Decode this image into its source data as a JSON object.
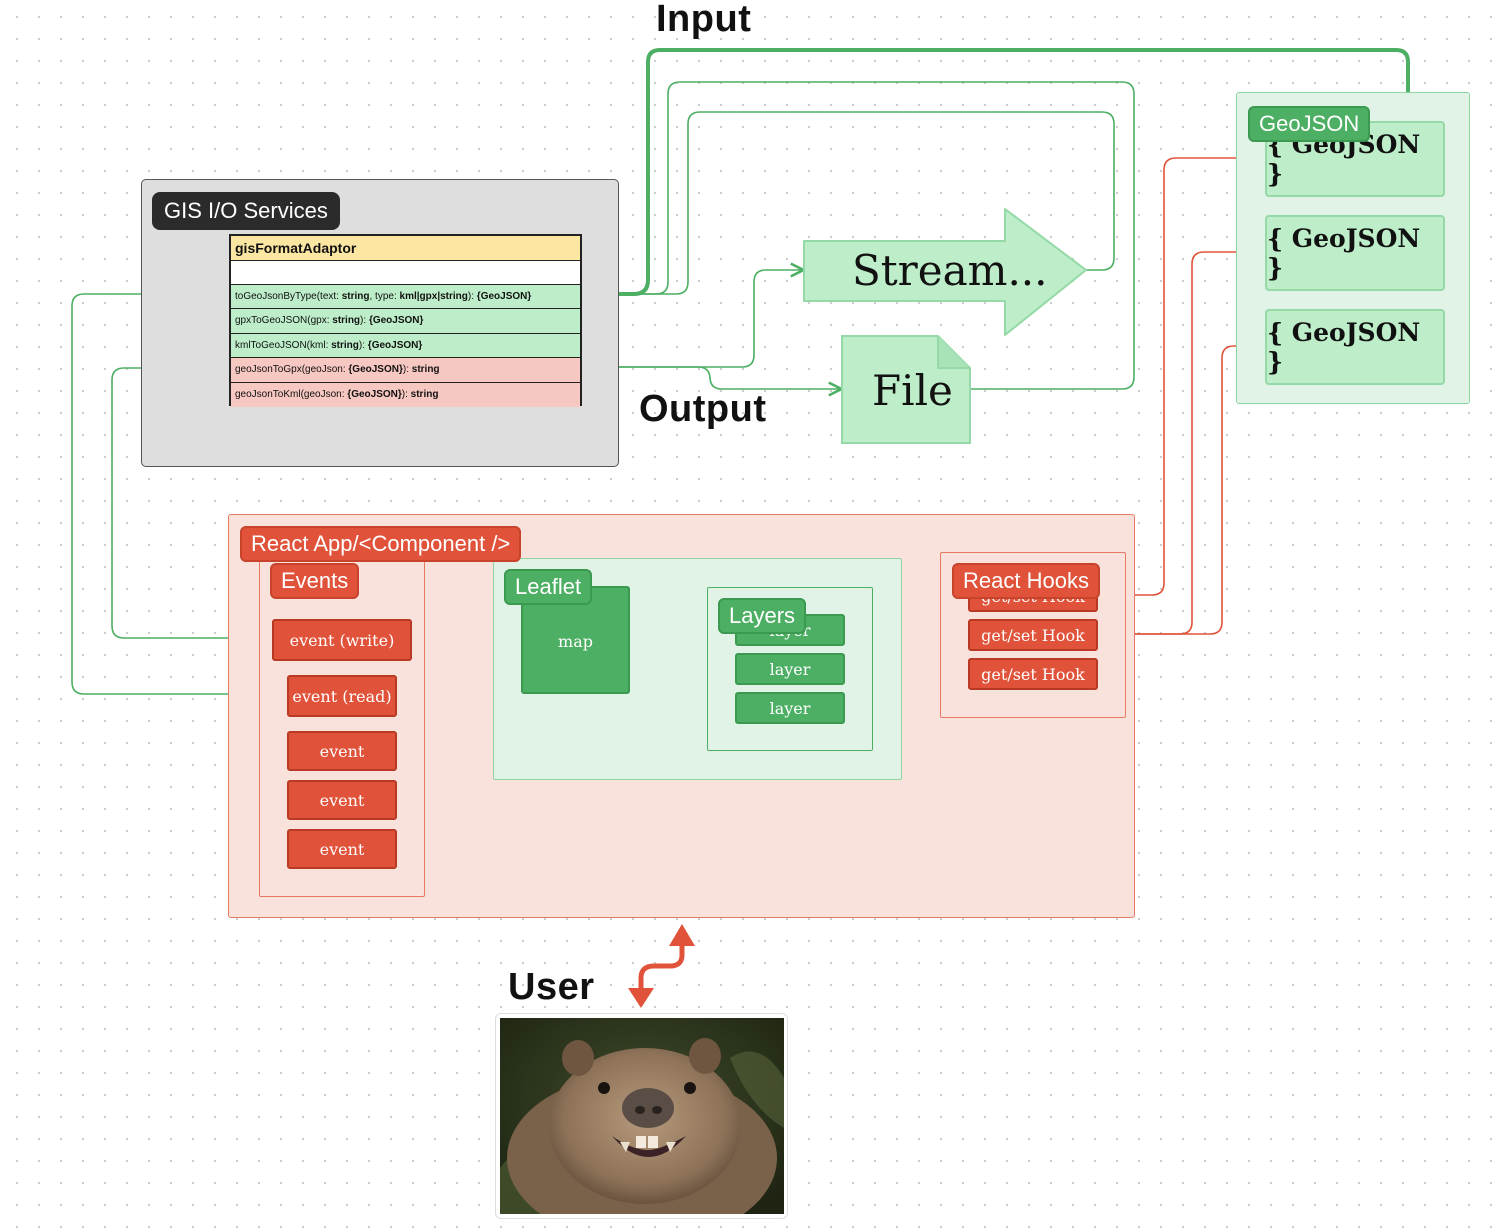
{
  "labels": {
    "input": "Input",
    "output": "Output",
    "user": "User"
  },
  "gis": {
    "title": "GIS I/O Services",
    "adaptor_title": "gisFormatAdaptor",
    "methods": [
      {
        "name": "toGeoJsonByType(text: ",
        "t1": "string",
        "s1": ", type: ",
        "t2": "kml|gpx|string",
        "s2": "): ",
        "ret": "{GeoJSON}",
        "kind": "in"
      },
      {
        "name": "gpxToGeoJSON(gpx: ",
        "t1": "string",
        "s1": "): ",
        "t2": "",
        "s2": "",
        "ret": "{GeoJSON}",
        "kind": "in"
      },
      {
        "name": "kmlToGeoJSON(kml: ",
        "t1": "string",
        "s1": "): ",
        "t2": "",
        "s2": "",
        "ret": "{GeoJSON}",
        "kind": "in"
      },
      {
        "name": "geoJsonToGpx(geoJson: ",
        "t1": "{GeoJSON}",
        "s1": "): ",
        "t2": "",
        "s2": "",
        "ret": "string",
        "kind": "out"
      },
      {
        "name": "geoJsonToKml(geoJson: ",
        "t1": "{GeoJSON}",
        "s1": "): ",
        "t2": "",
        "s2": "",
        "ret": "string",
        "kind": "out"
      }
    ]
  },
  "stream_label": "Stream...",
  "file_label": "File",
  "geojson": {
    "title": "GeoJSON",
    "items": [
      "{ GeoJSON }",
      "{ GeoJSON }",
      "{ GeoJSON }"
    ]
  },
  "react": {
    "title": "React App/<Component />",
    "events_title": "Events",
    "events": [
      "event (write)",
      "event (read)",
      "event",
      "event",
      "event"
    ],
    "leaflet_title": "Leaflet",
    "map_label": "map",
    "layers_title": "Layers",
    "layers": [
      "layer",
      "layer",
      "layer"
    ],
    "hooks_title": "React Hooks",
    "hooks": [
      "get/set Hook",
      "get/set Hook",
      "get/set Hook"
    ]
  },
  "colors": {
    "green": "#4caf63",
    "green_light": "#bdeec9",
    "red": "#e0533a",
    "red_light": "#f9e1dc",
    "yellow": "#fbe6a2"
  }
}
